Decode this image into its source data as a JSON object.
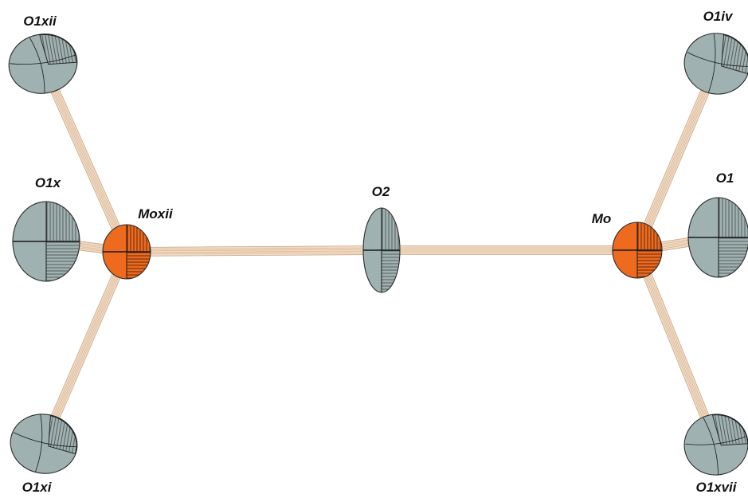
{
  "diagram": {
    "atoms": [
      {
        "id": "O1xii",
        "label": "O1xii",
        "element": "O"
      },
      {
        "id": "O1x",
        "label": "O1x",
        "element": "O"
      },
      {
        "id": "Moxii",
        "label": "Moxii",
        "element": "Mo"
      },
      {
        "id": "O1xi",
        "label": "O1xi",
        "element": "O"
      },
      {
        "id": "O2",
        "label": "O2",
        "element": "O"
      },
      {
        "id": "Mo",
        "label": "Mo",
        "element": "Mo"
      },
      {
        "id": "O1iv",
        "label": "O1iv",
        "element": "O"
      },
      {
        "id": "O1",
        "label": "O1",
        "element": "O"
      },
      {
        "id": "O1xvii",
        "label": "O1xvii",
        "element": "O"
      }
    ],
    "bonds": [
      [
        "Moxii",
        "O1xii"
      ],
      [
        "Moxii",
        "O1x"
      ],
      [
        "Moxii",
        "O1xi"
      ],
      [
        "Moxii",
        "O2"
      ],
      [
        "O2",
        "Mo"
      ],
      [
        "Mo",
        "O1iv"
      ],
      [
        "Mo",
        "O1"
      ],
      [
        "Mo",
        "O1xvii"
      ]
    ],
    "colors": {
      "oxygen": "#9fb1b1",
      "molybdenum": "#ee6a1e",
      "bond_light": "#f3dcc4",
      "bond_dark": "#c7a384",
      "outline": "#2b2b2b"
    }
  }
}
